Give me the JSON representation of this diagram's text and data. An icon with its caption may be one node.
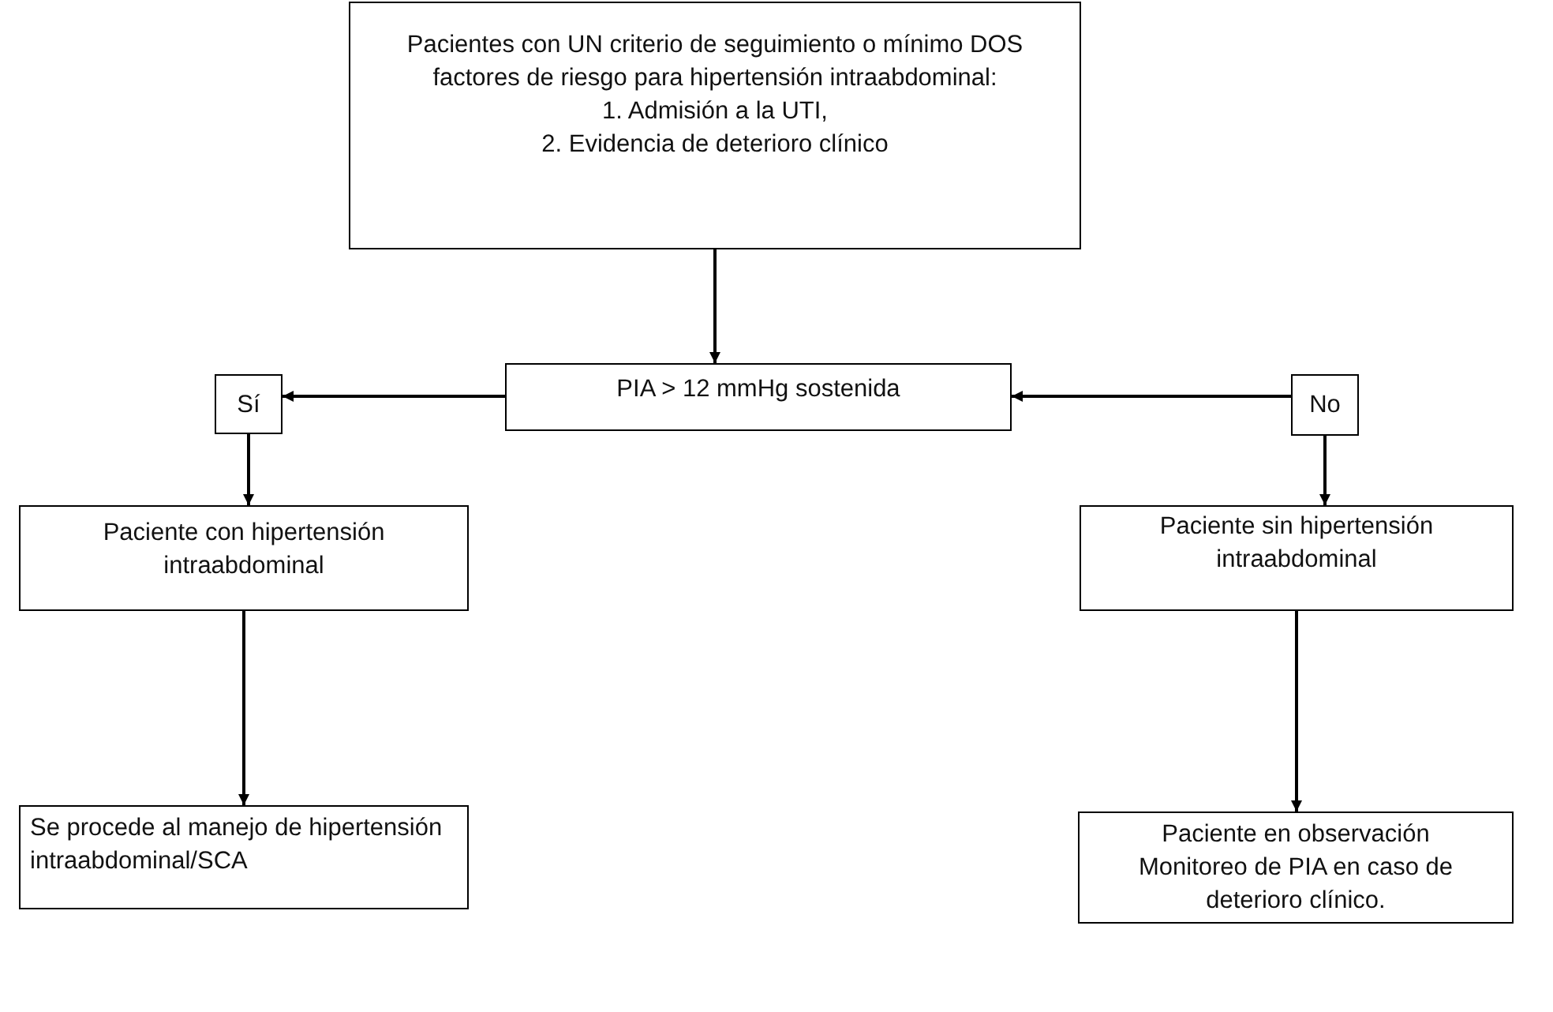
{
  "diagram": {
    "nodes": [
      {
        "text": [
          "Pacientes con UN criterio de seguimiento o mínimo DOS factores de riesgo para hipertensión intraabdominal:",
          "1. Admisión a la UTI,",
          "2. Evidencia de deterioro clínico"
        ]
      },
      {
        "text": [
          "PIA > 12 mmHg sostenida"
        ]
      },
      {
        "text": [
          "Sí"
        ]
      },
      {
        "text": [
          "No"
        ]
      },
      {
        "text": [
          "Paciente con hipertensión intraabdominal"
        ]
      },
      {
        "text": [
          "Paciente sin hipertensión intraabdominal"
        ]
      },
      {
        "text": [
          "Se procede al manejo de hipertensión intraabdominal/SCA"
        ]
      },
      {
        "text": [
          "Paciente en observación",
          "Monitoreo de PIA en caso de deterioro clínico."
        ]
      }
    ],
    "edges": [
      {
        "from": 0,
        "to": 1,
        "arrow": "to"
      },
      {
        "from": 1,
        "to": 2,
        "arrow": "to"
      },
      {
        "from": 3,
        "to": 1,
        "arrow": "to"
      },
      {
        "from": 2,
        "to": 4,
        "arrow": "to"
      },
      {
        "from": 3,
        "to": 5,
        "arrow": "to"
      },
      {
        "from": 4,
        "to": 6,
        "arrow": "to"
      },
      {
        "from": 5,
        "to": 7,
        "arrow": "to"
      }
    ]
  }
}
